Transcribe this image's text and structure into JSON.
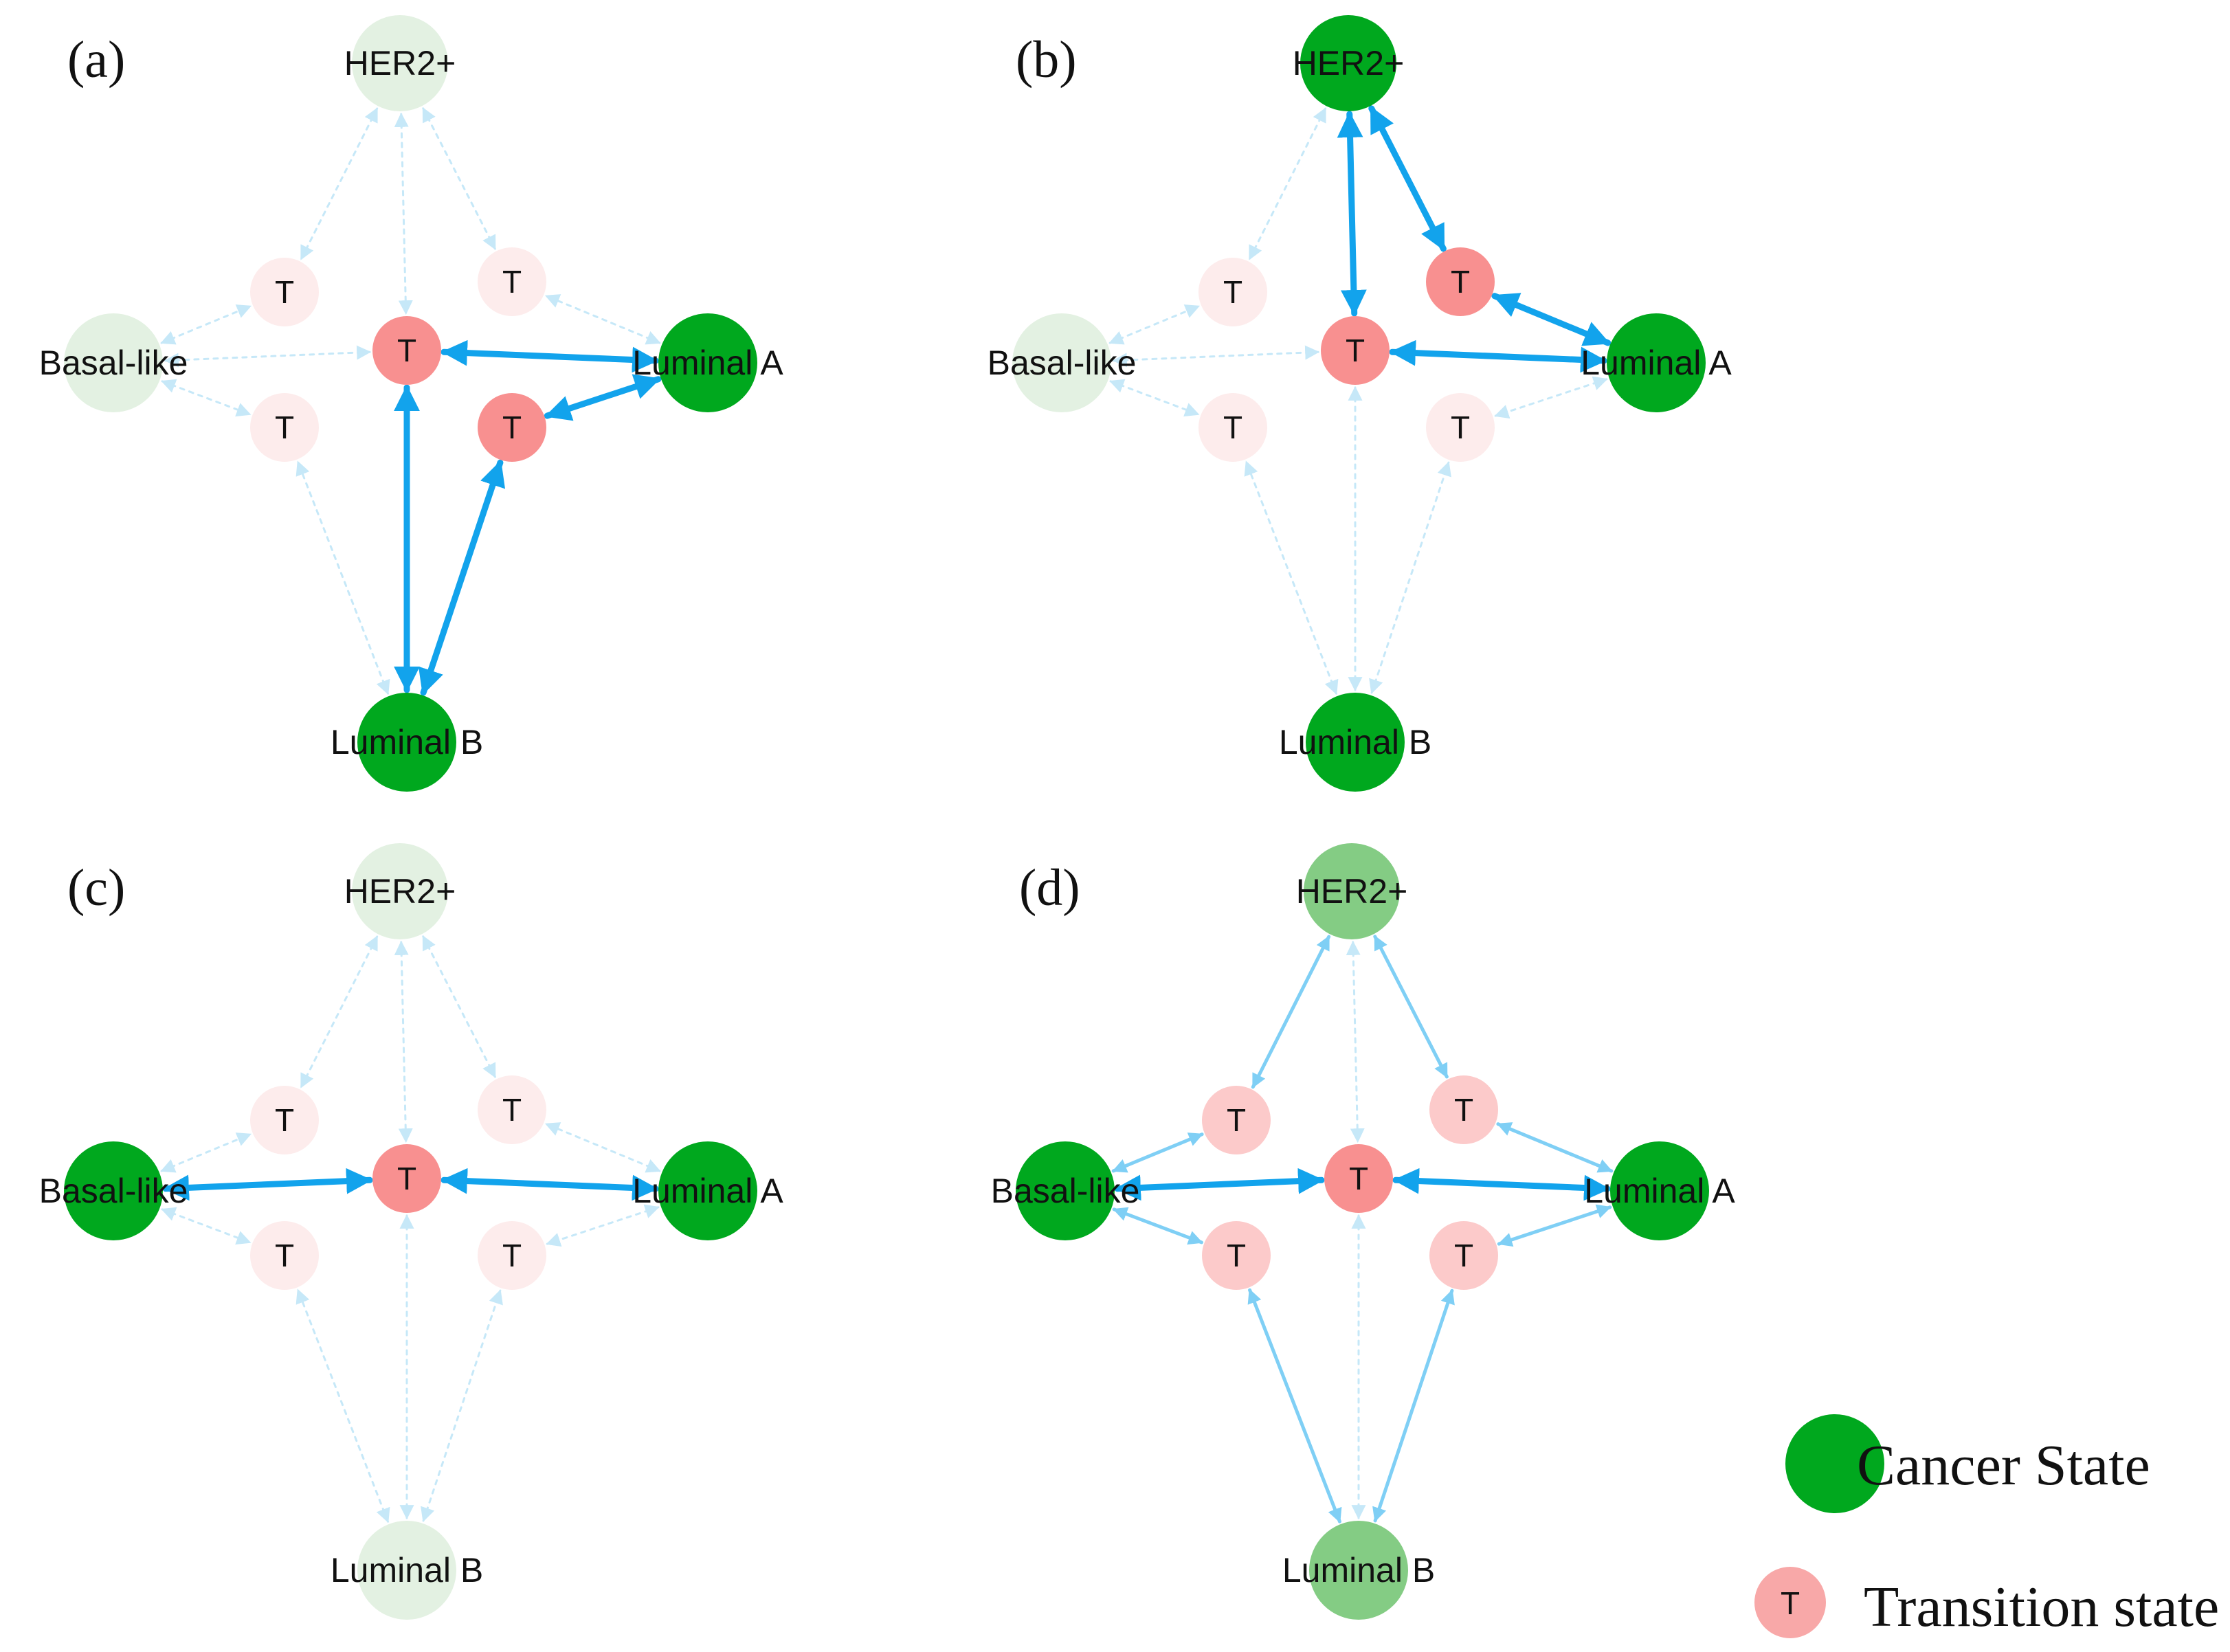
{
  "colors": {
    "cancer_strong": "#00a81e",
    "cancer_mid": "#84cc84",
    "cancer_faint": "#e3f1e2",
    "transition_strong": "#f89090",
    "transition_mid": "#fccaca",
    "transition_faint": "#fdecec",
    "edge_strong": "#12a3ec",
    "edge_mid": "#7fcff5",
    "edge_faint": "#c6e8f8"
  },
  "panels": [
    {
      "label": "(a)",
      "states": {
        "her2": {
          "label": "HER2+",
          "level": "faint"
        },
        "basal": {
          "label": "Basal-like",
          "level": "faint"
        },
        "luma": {
          "label": "Luminal A",
          "level": "strong"
        },
        "lumb": {
          "label": "Luminal B",
          "level": "strong"
        }
      },
      "transitions": {
        "center": {
          "label": "T",
          "level": "strong"
        },
        "ul": {
          "label": "T",
          "level": "faint"
        },
        "ur": {
          "label": "T",
          "level": "faint"
        },
        "ll": {
          "label": "T",
          "level": "faint"
        },
        "lr": {
          "label": "T",
          "level": "strong"
        }
      },
      "edges": {
        "her2-center": "faint",
        "basal-center": "faint",
        "luma-center": "strong",
        "lumb-center": "strong",
        "her2-ul": "faint",
        "basal-ul": "faint",
        "her2-ur": "faint",
        "luma-ur": "faint",
        "basal-ll": "faint",
        "lumb-ll": "faint",
        "luma-lr": "strong",
        "lumb-lr": "strong"
      }
    },
    {
      "label": "(b)",
      "states": {
        "her2": {
          "label": "HER2+",
          "level": "strong"
        },
        "basal": {
          "label": "Basal-like",
          "level": "faint"
        },
        "luma": {
          "label": "Luminal A",
          "level": "strong"
        },
        "lumb": {
          "label": "Luminal B",
          "level": "strong"
        }
      },
      "transitions": {
        "center": {
          "label": "T",
          "level": "strong"
        },
        "ul": {
          "label": "T",
          "level": "faint"
        },
        "ur": {
          "label": "T",
          "level": "strong"
        },
        "ll": {
          "label": "T",
          "level": "faint"
        },
        "lr": {
          "label": "T",
          "level": "faint"
        }
      },
      "edges": {
        "her2-center": "strong",
        "basal-center": "faint",
        "luma-center": "strong",
        "lumb-center": "faint",
        "her2-ul": "faint",
        "basal-ul": "faint",
        "her2-ur": "strong",
        "luma-ur": "strong",
        "basal-ll": "faint",
        "lumb-ll": "faint",
        "luma-lr": "faint",
        "lumb-lr": "faint"
      }
    },
    {
      "label": "(c)",
      "states": {
        "her2": {
          "label": "HER2+",
          "level": "faint"
        },
        "basal": {
          "label": "Basal-like",
          "level": "strong"
        },
        "luma": {
          "label": "Luminal A",
          "level": "strong"
        },
        "lumb": {
          "label": "Luminal B",
          "level": "faint"
        }
      },
      "transitions": {
        "center": {
          "label": "T",
          "level": "strong"
        },
        "ul": {
          "label": "T",
          "level": "faint"
        },
        "ur": {
          "label": "T",
          "level": "faint"
        },
        "ll": {
          "label": "T",
          "level": "faint"
        },
        "lr": {
          "label": "T",
          "level": "faint"
        }
      },
      "edges": {
        "her2-center": "faint",
        "basal-center": "strong",
        "luma-center": "strong",
        "lumb-center": "faint",
        "her2-ul": "faint",
        "basal-ul": "faint",
        "her2-ur": "faint",
        "luma-ur": "faint",
        "basal-ll": "faint",
        "lumb-ll": "faint",
        "luma-lr": "faint",
        "lumb-lr": "faint"
      }
    },
    {
      "label": "(d)",
      "states": {
        "her2": {
          "label": "HER2+",
          "level": "mid"
        },
        "basal": {
          "label": "Basal-like",
          "level": "strong"
        },
        "luma": {
          "label": "Luminal A",
          "level": "strong"
        },
        "lumb": {
          "label": "Luminal B",
          "level": "mid"
        }
      },
      "transitions": {
        "center": {
          "label": "T",
          "level": "strong"
        },
        "ul": {
          "label": "T",
          "level": "mid"
        },
        "ur": {
          "label": "T",
          "level": "mid"
        },
        "ll": {
          "label": "T",
          "level": "mid"
        },
        "lr": {
          "label": "T",
          "level": "mid"
        }
      },
      "edges": {
        "her2-center": "faint",
        "basal-center": "strong",
        "luma-center": "strong",
        "lumb-center": "faint",
        "her2-ul": "mid",
        "basal-ul": "mid",
        "her2-ur": "mid",
        "luma-ur": "mid",
        "basal-ll": "mid",
        "lumb-ll": "mid",
        "luma-lr": "mid",
        "lumb-lr": "mid"
      }
    }
  ],
  "legend": {
    "cancer_label": "Cancer State",
    "transition_label": "Transition state",
    "transition_symbol": "T"
  }
}
